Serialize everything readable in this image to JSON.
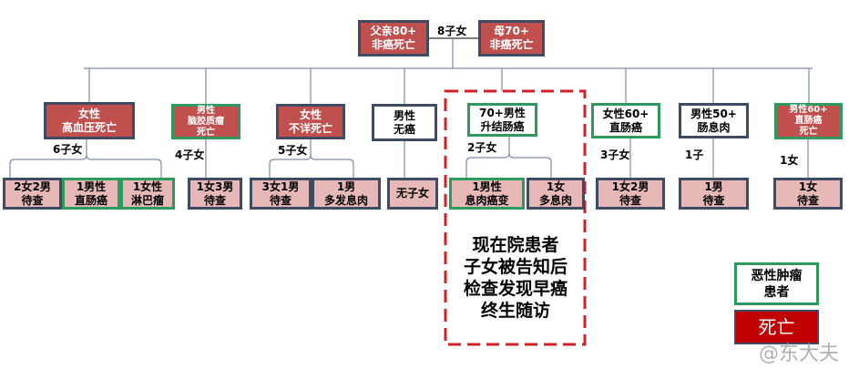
{
  "parents": {
    "father": [
      "父亲80+",
      "非癌死亡"
    ],
    "mother": [
      "母70+",
      "非癌死亡"
    ],
    "children_count": "8子女"
  },
  "siblings": [
    {
      "lines": [
        "女性",
        "高血压死亡"
      ],
      "children_count": "6子女"
    },
    {
      "lines": [
        "男性",
        "脑胶质瘤",
        "死亡"
      ],
      "children_count": "4子女"
    },
    {
      "lines": [
        "女性",
        "不详死亡"
      ],
      "children_count": "5子女"
    },
    {
      "lines": [
        "男性",
        "无癌"
      ]
    },
    {
      "lines": [
        "70+男性",
        "升结肠癌"
      ],
      "children_count": "2子女"
    },
    {
      "lines": [
        "女性60+",
        "直肠癌"
      ],
      "children_count": "3子女"
    },
    {
      "lines": [
        "男性50+",
        "肠息肉"
      ],
      "children_count": "1子"
    },
    {
      "lines": [
        "男性60+",
        "直肠癌",
        "死亡"
      ],
      "children_count": "1女"
    }
  ],
  "offspring": [
    [
      "2女2男",
      "待查"
    ],
    [
      "1男性",
      "直肠癌"
    ],
    [
      "1女性",
      "淋巴瘤"
    ],
    [
      "1女3男",
      "待查"
    ],
    [
      "3女1男",
      "待查"
    ],
    [
      "1男",
      "多发息肉"
    ],
    [
      "无子女"
    ],
    [
      "1男性",
      "息肉癌变"
    ],
    [
      "1女",
      "多息肉"
    ],
    [
      "1女2男",
      "待查"
    ],
    [
      "1男",
      "待查"
    ],
    [
      "1女",
      "待查"
    ]
  ],
  "note": [
    "现在院患者",
    "子女被告知后",
    "检查发现早癌",
    "终生随访"
  ],
  "legend": {
    "malignant": [
      "恶性肿瘤",
      "患者"
    ],
    "death": "死亡"
  },
  "watermark": "@东大夫",
  "colors": {
    "death": "#c0504d",
    "legend_death": "#c00000",
    "cancer_border": "#2e9b5e",
    "normal_border": "#3f4a63",
    "pending": "#e6b9b8",
    "dashed": "#d0202a"
  }
}
